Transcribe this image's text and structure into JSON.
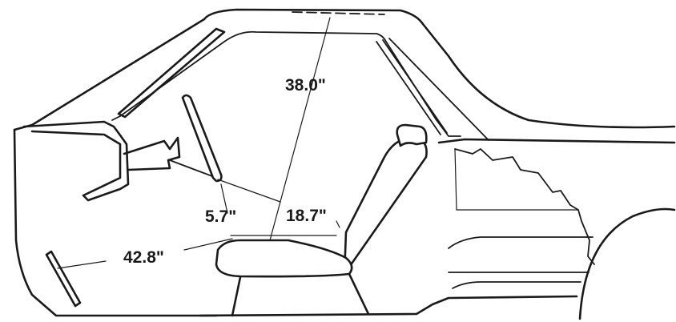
{
  "dimensions": {
    "headroom": "38.0\"",
    "legroom": "42.8\"",
    "seat_to_wheel": "18.7\"",
    "wheel_to_seat_height": "5.7\""
  },
  "colors": {
    "ink": "#1a1a1a",
    "background": "#ffffff"
  }
}
